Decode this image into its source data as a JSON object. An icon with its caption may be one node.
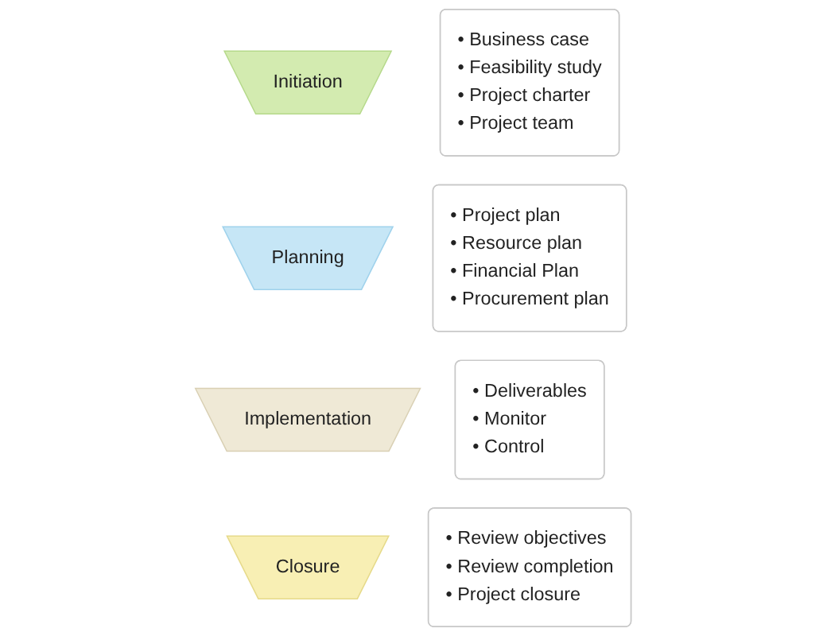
{
  "diagram": {
    "nodes": [
      {
        "text": [
          "Initiation"
        ]
      },
      {
        "text": [
          "• Business case",
          "• Feasibility study",
          "• Project charter",
          "• Project team"
        ]
      },
      {
        "text": [
          "Planning"
        ]
      },
      {
        "text": [
          "• Project plan",
          "• Resource plan",
          "• Financial Plan",
          "• Procurement plan"
        ]
      },
      {
        "text": [
          "Implementation"
        ]
      },
      {
        "text": [
          "• Deliverables",
          "• Monitor",
          "• Control"
        ]
      },
      {
        "text": [
          "Closure"
        ]
      },
      {
        "text": [
          "• Review objectives",
          "• Review completion",
          "• Project closure"
        ]
      }
    ]
  }
}
